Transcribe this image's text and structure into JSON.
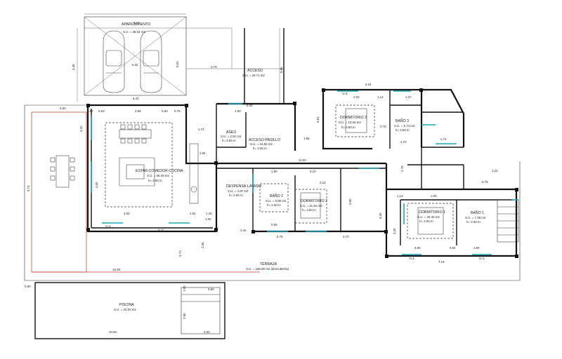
{
  "rooms": {
    "aparcamiento": {
      "name": "APARCAMIENTO",
      "su": "S.U. = 38.34 m2"
    },
    "acceso": {
      "name": "ACCESO",
      "su": "S.U. = 26.71 m2"
    },
    "aseo": {
      "name": "ASEO",
      "su": "S.U. = 2.61 m2",
      "h": "h= 2.50 m"
    },
    "acceso_pasillo": {
      "name": "ACCESO-PASILLO",
      "su": "S.U. = 16.55 m2",
      "h": "h= 2.50 m"
    },
    "estar": {
      "name": "ESTAR-COMEDOR-COCINA",
      "su": "S.U. = 66.29 m2",
      "h": "h= 2.50 m"
    },
    "dormitorio3": {
      "name": "DORMITORIO 3",
      "su": "S.U. = 13.26 m2",
      "h": "h= 2.50 m"
    },
    "bano3": {
      "name": "BAÑO 3",
      "su": "S.U. = 5.74 m2",
      "h": "h= 2.50 m"
    },
    "despensa": {
      "name": "DESPENSA-LAVADO",
      "su": "S.U. = 4.97 m2",
      "h": "h= 2.50 m"
    },
    "bano2": {
      "name": "BAÑO 2",
      "su": "S.U. = 6.90 m2",
      "h": "h= 2.50 m"
    },
    "dormitorio2": {
      "name": "DORMITORIO 2",
      "su": "S.U. = 11.81 m2",
      "h": "h= 2.50 m"
    },
    "dormitorio1": {
      "name": "DORMITORIO 1",
      "su": "S.U. = 29.46 m2",
      "h": "h= 2.50 m"
    },
    "bano1": {
      "name": "BAÑO 1",
      "su": "S.U. = 7.39 m2",
      "h": "h= 2.50 m"
    },
    "terraza": {
      "name": "TERRAZA",
      "su": "S.U. = 155.80 m2 (descubierta)"
    },
    "piscina": {
      "name": "PISCINA",
      "su": "S.U. = 42.00 m2"
    }
  },
  "dimensions": {
    "d_6_42_top": "6.42",
    "d_4_48": "4.48",
    "d_6_42_a": "6.42",
    "d_3_79": "3.79",
    "d_5_03": "5.03",
    "d_5_86": "5.86",
    "d_6_42_b": "6.42",
    "d_3_30": "3.30",
    "d_0_87": "0.87",
    "d_0_63": "0.63",
    "d_2_86": "2.86",
    "d_0_60": "0.60",
    "d_0_79": "0.79",
    "d_3_32": "3.32",
    "d_5_00": "5.00",
    "d_1_50": "1.50",
    "d_1_74": "1.74",
    "d_1_96": "1.96",
    "d_3_63": "3.63",
    "d_6_44": "6.44",
    "d_2_00": "2.00",
    "d_1_14": "1.14",
    "d_1_07": "1.07",
    "d_0_70": "0.70",
    "d_1_70": "1.70",
    "d_2_74": "2.74",
    "d_9_73": "9.73",
    "d_4_00_a": "4.00",
    "d_1_94": "1.94",
    "d_11_03": "11.03",
    "d_1_80": "1.80",
    "d_3_10": "3.10",
    "d_2_10": "2.10",
    "d_2_75": "2.75",
    "d_1_13": "1.13",
    "d_1_00_a": "1.00",
    "d_0_75": "0.75",
    "d_1_24": "1.24",
    "d_3_80": "3.80",
    "d_4_00_b": "4.00",
    "d_1_91": "1.91",
    "d_1_20": "1.20",
    "d_1_00_b": "1.00",
    "d_9_31": "9.31",
    "d_1_42": "1.42",
    "d_0_65": "0.65",
    "d_5_75": "5.75",
    "d_2_70": "2.70",
    "d_5_30": "5.30",
    "d_3_20": "3.20",
    "d_3_90": "3.90",
    "d_0_94": "0.94",
    "d_1_90": "1.90",
    "d_7_19": "7.19",
    "d_2_55": "2.55",
    "d_3_72": "3.72",
    "d_10_38": "10.38",
    "d_0_90": "0.90",
    "d_1_00_c": "1.00",
    "d_2_50": "2.50",
    "d_10_50": "10.50",
    "d_2_00_b": "2.00",
    "d_0_60_b": "0.60"
  },
  "windows": {
    "v": "V=1"
  },
  "colors": {
    "wall": "#111111",
    "accent_window": "#1aa6b7",
    "terrace_edge": "#c0392b"
  }
}
